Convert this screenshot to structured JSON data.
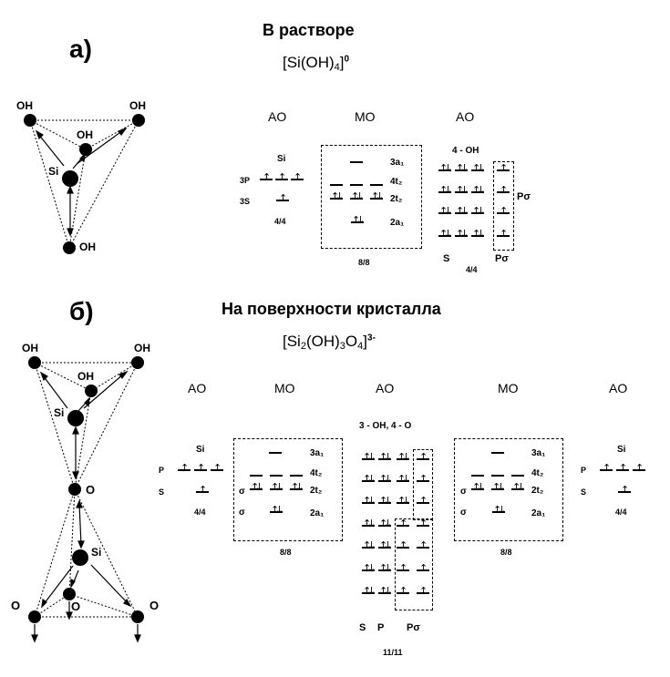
{
  "section_a": {
    "letter": "а)",
    "heading": "В растворе",
    "formula_main": "[Si(OH)",
    "formula_sub": "4",
    "formula_close": "]",
    "formula_sup": "0",
    "structure_labels": {
      "oh_top_left": "OH",
      "oh_top_right": "OH",
      "oh_mid": "OH",
      "si": "Si",
      "oh_bottom": "OH"
    },
    "col_ao_left": "AO",
    "col_mo": "MO",
    "col_ao_right": "AO",
    "si_label": "Si",
    "level_3p": "3P",
    "level_3s": "3S",
    "si_count": "4/4",
    "mo_labels": [
      "3a₁",
      "4t₂",
      "2t₂",
      "2a₁"
    ],
    "mo_count": "8/8",
    "oh_header": "4 - OH",
    "p_sigma": "Pσ",
    "oh_s_label": "S",
    "oh_count": "4/4",
    "oh_p_sigma_bottom": "Pσ"
  },
  "section_b": {
    "letter": "б)",
    "heading": "На поверхности кристалла",
    "formula_main": "[Si",
    "formula_sub1": "2",
    "formula_mid": "(OH)",
    "formula_sub2": "3",
    "formula_mid2": "O",
    "formula_sub3": "4",
    "formula_close": "]",
    "formula_sup": "3-",
    "structure_labels": {
      "oh_top_left": "OH",
      "oh_top_right": "OH",
      "oh_mid": "OH",
      "si_upper": "Si",
      "o_center": "O",
      "si_lower": "Si",
      "o_bottom_left": "O",
      "o_bottom_mid": "O",
      "o_bottom_right": "O"
    },
    "col_ao_1": "AO",
    "col_mo_1": "MO",
    "col_ao_2": "AO",
    "col_mo_2": "MO",
    "col_ao_3": "AO",
    "si_label": "Si",
    "level_p": "P",
    "level_s": "S",
    "si_count": "4/4",
    "sigma": "σ",
    "mo_labels": [
      "3a₁",
      "4t₂",
      "2t₂",
      "2a₁"
    ],
    "mo_count": "8/8",
    "ligand_header": "3 - OH, 4 - O",
    "bottom_s": "S",
    "bottom_p": "P",
    "bottom_psigma": "Pσ",
    "ligand_count": "11/11"
  }
}
